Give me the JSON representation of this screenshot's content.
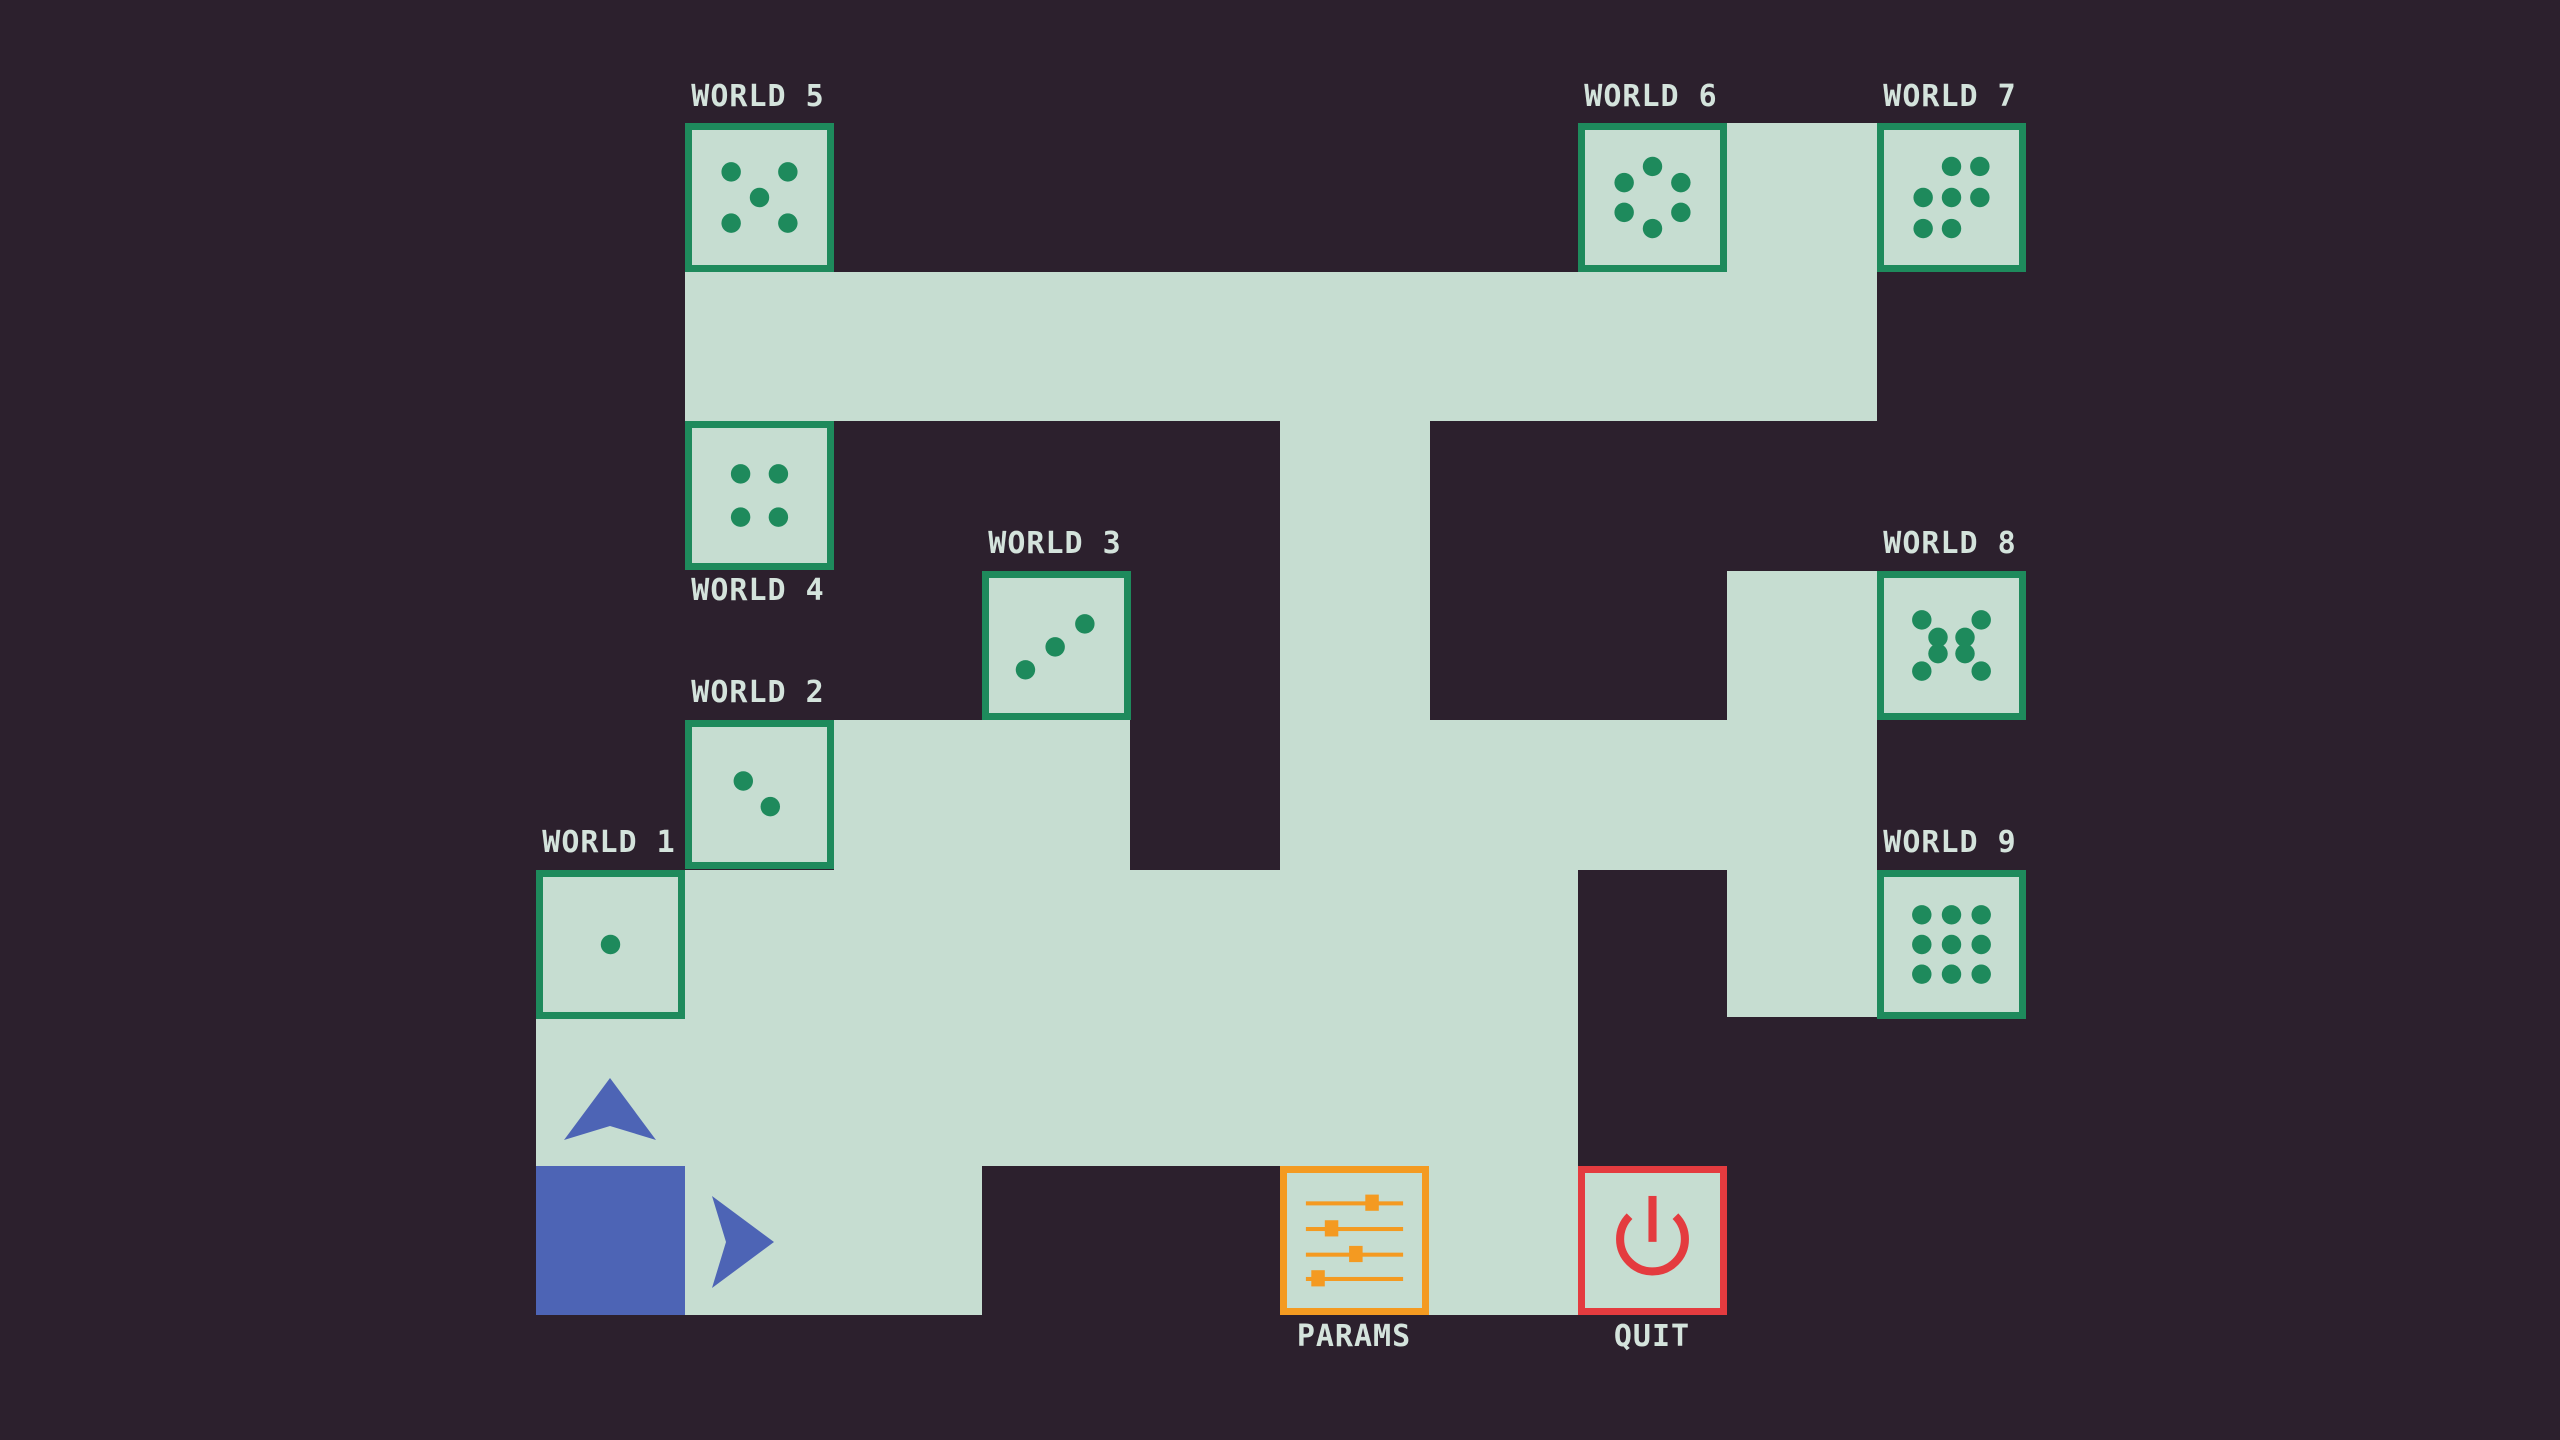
{
  "worlds": [
    {
      "label": "WORLD 1",
      "pips": 1
    },
    {
      "label": "WORLD 2",
      "pips": 2
    },
    {
      "label": "WORLD 3",
      "pips": 3
    },
    {
      "label": "WORLD 4",
      "pips": 4
    },
    {
      "label": "WORLD 5",
      "pips": 5
    },
    {
      "label": "WORLD 6",
      "pips": 6
    },
    {
      "label": "WORLD 7",
      "pips": 7
    },
    {
      "label": "WORLD 8",
      "pips": 8
    },
    {
      "label": "WORLD 9",
      "pips": 9
    }
  ],
  "menu": {
    "params_label": "PARAMS",
    "quit_label": "QUIT"
  },
  "icons": {
    "params": "sliders-icon",
    "quit": "power-icon",
    "up_arrow": "arrow-up-icon",
    "right_arrow": "arrow-right-icon"
  },
  "colors": {
    "background": "#2c202d",
    "floor": "#c6ddd1",
    "world_accent": "#1e8a5c",
    "params_accent": "#f49a21",
    "quit_accent": "#e43b3f",
    "player": "#4d64b5"
  }
}
